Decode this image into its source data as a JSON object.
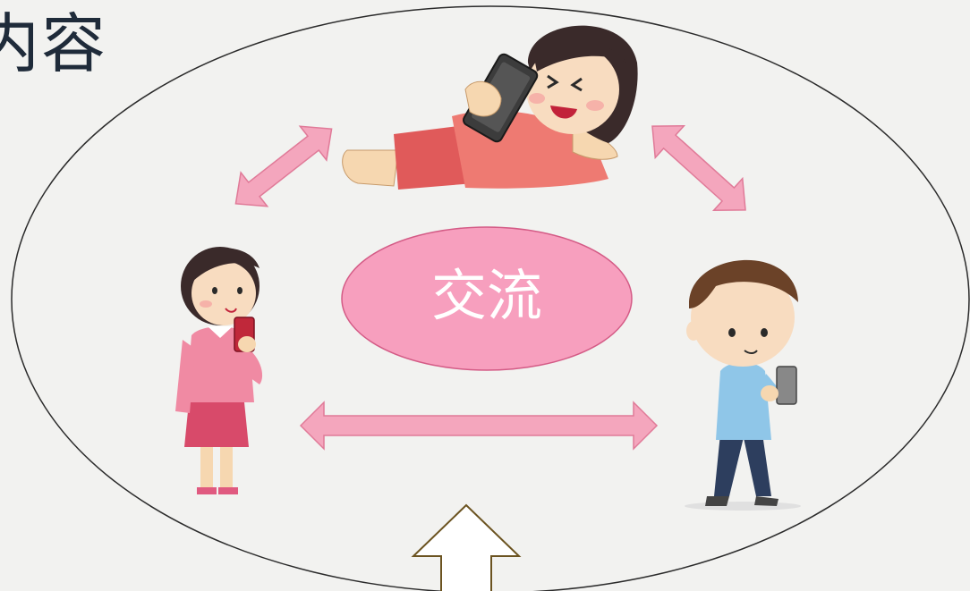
{
  "slide": {
    "title_fragment": "内容",
    "center_label": "交流"
  },
  "colors": {
    "background": "#f2f2f0",
    "ellipse_stroke": "#2b2b2b",
    "pink_arrow": "#f4a6bd",
    "pink_arrow_stroke": "#e07a98",
    "center_fill": "#f79fbe",
    "center_stroke": "#d45b86",
    "up_arrow_stroke": "#6b5320"
  },
  "people": [
    {
      "role": "woman-lying-with-phone"
    },
    {
      "role": "woman-standing-with-phone"
    },
    {
      "role": "man-walking-with-phone"
    }
  ]
}
